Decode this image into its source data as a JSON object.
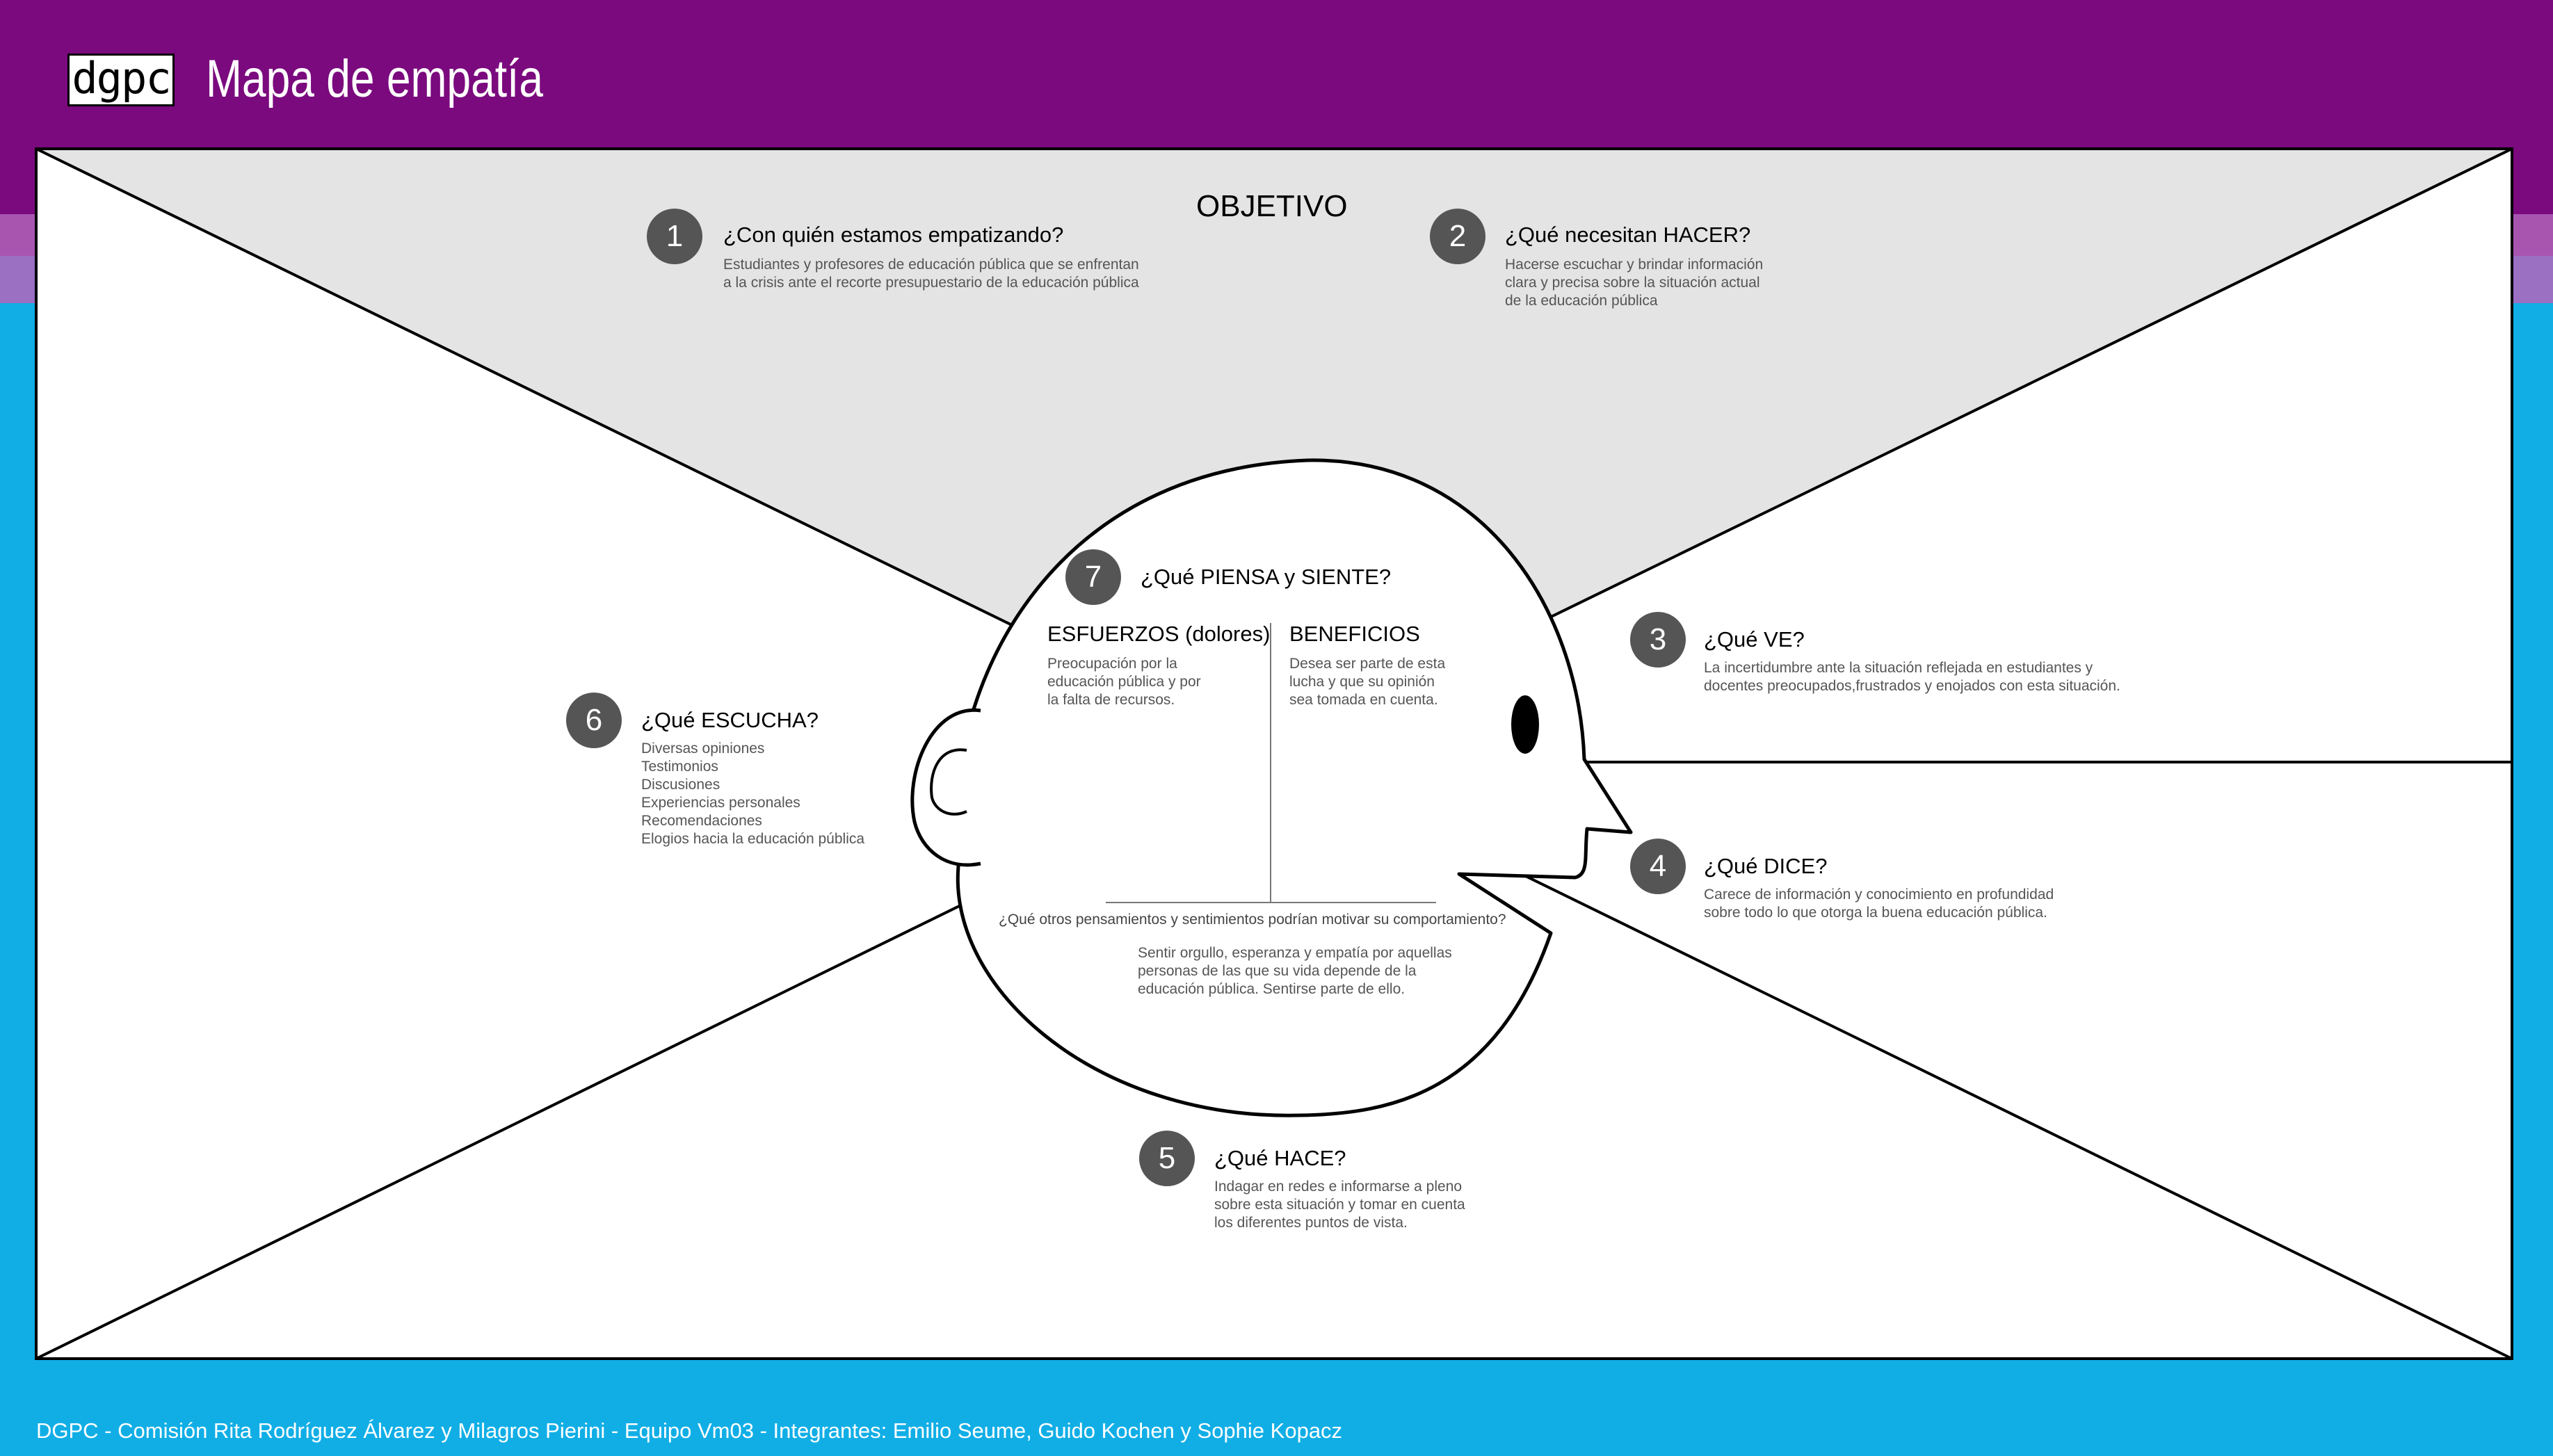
{
  "header": {
    "logo_text": "dgpc",
    "title": "Mapa de empatía"
  },
  "map": {
    "objetivo": "OBJETIVO",
    "sections": {
      "s1": {
        "number": "1",
        "title": "¿Con quién estamos empatizando?",
        "body": "Estudiantes y profesores de educación pública que se enfrentan\na la crisis ante el recorte presupuestario de la educación pública"
      },
      "s2": {
        "number": "2",
        "title": "¿Qué necesitan HACER?",
        "body": "Hacerse escuchar y brindar información\nclara y precisa sobre la situación actual\nde la educación pública"
      },
      "s3": {
        "number": "3",
        "title": "¿Qué VE?",
        "body": "La incertidumbre ante la situación reflejada en estudiantes y\ndocentes preocupados,frustrados y enojados con esta situación."
      },
      "s4": {
        "number": "4",
        "title": "¿Qué DICE?",
        "body": "Carece de información y conocimiento en profundidad\nsobre todo lo que otorga la buena educación pública."
      },
      "s5": {
        "number": "5",
        "title": "¿Qué HACE?",
        "body": "Indagar en redes e informarse a pleno\nsobre esta situación y tomar en cuenta\nlos diferentes puntos de vista."
      },
      "s6": {
        "number": "6",
        "title": "¿Qué ESCUCHA?",
        "body": "Diversas opiniones\nTestimonios\nDiscusiones\nExperiencias personales\nRecomendaciones\nElogios hacia la educación pública"
      },
      "s7": {
        "number": "7",
        "title": "¿Qué PIENSA y SIENTE?"
      }
    },
    "think_feel": {
      "efforts_title": "ESFUERZOS (dolores)",
      "efforts_body": "Preocupación por la\neducación pública y por\nla falta de recursos.",
      "benefits_title": "BENEFICIOS",
      "benefits_body": "Desea ser parte de esta\nlucha y que su opinión\nsea tomada en cuenta.",
      "question": "¿Qué otros pensamientos y sentimientos podrían motivar su comportamiento?",
      "answer": "Sentir orgullo, esperanza y empatía por aquellas\npersonas de las que su vida depende de la\neducación pública. Sentirse parte de ello."
    }
  },
  "footer": "DGPC - Comisión Rita Rodríguez Álvarez y Milagros Pierini - Equipo Vm03 - Integrantes: Emilio Seume, Guido Kochen y Sophie Kopacz",
  "colors": {
    "header_purple": "#7b0a7e",
    "background_blue": "#11aee6",
    "objective_gray": "#e4e4e4",
    "number_badge": "#555555"
  }
}
